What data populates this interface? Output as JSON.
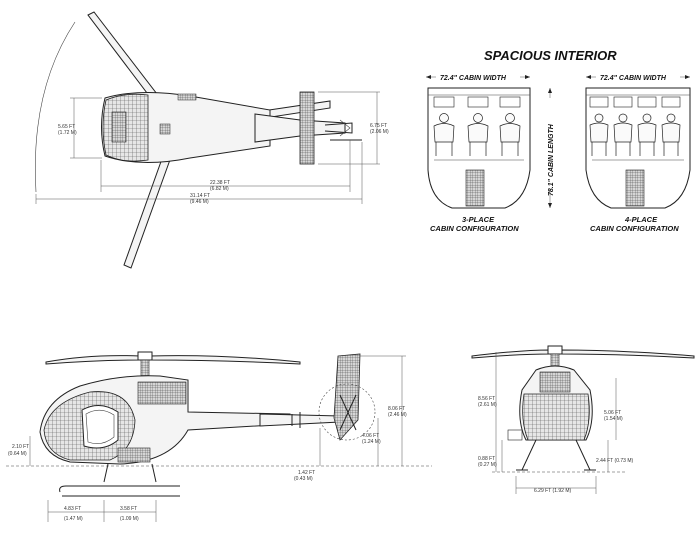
{
  "top_view": {
    "dims": {
      "width_ft": "5.65 FT",
      "width_m": "(1.72 M)",
      "tail_ft": "6.75 FT",
      "tail_m": "(2.06 M)",
      "fuselage_ft": "22.38 FT",
      "fuselage_m": "(6.82 M)",
      "overall_ft": "31.14 FT",
      "overall_m": "(9.46 M)"
    }
  },
  "interior": {
    "title": "SPACIOUS INTERIOR",
    "cabin_width_left": "72.4\" CABIN WIDTH",
    "cabin_width_right": "72.4\" CABIN WIDTH",
    "cabin_length": "78.1\" CABIN LENGTH",
    "config3_line1": "3-PLACE",
    "config3_line2": "CABIN CONFIGURATION",
    "config4_line1": "4-PLACE",
    "config4_line2": "CABIN CONFIGURATION"
  },
  "side_view": {
    "dims": {
      "height_ft": "8.06 FT",
      "height_m": "(2.46 M)",
      "tailheight_ft": "4.06 FT",
      "tailheight_m": "(1.24 M)",
      "groundclear_ft": "2.10 FT",
      "groundclear_m": "(0.64 M)",
      "tailclear_ft": "1.42 FT",
      "tailclear_m": "(0.43 M)",
      "skidfront_ft": "4.83 FT",
      "skidfront_m": "(1.47 M)",
      "skidrear_ft": "3.58 FT",
      "skidrear_m": "(1.09 M)"
    }
  },
  "front_view": {
    "dims": {
      "height_ft": "8.56 FT",
      "height_m": "(2.61 M)",
      "cabin_ft": "5.06 FT",
      "cabin_m": "(1.54 M)",
      "bottom_ft": "0.88 FT",
      "bottom_m": "(0.27 M)",
      "skidgap": "2.44 FT (0.73 M)",
      "skidwidth": "6.29 FT (1.92 M)"
    }
  }
}
